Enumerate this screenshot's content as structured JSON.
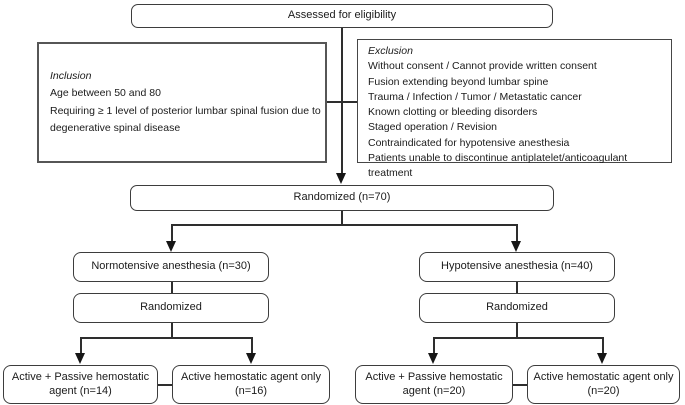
{
  "figure": {
    "type": "consort-flowchart",
    "colors": {
      "background": "#ffffff",
      "line": "#2e2e2e",
      "border": "#3d3d3d",
      "text": "#1b1b1b"
    },
    "assessed": {
      "label": "Assessed for eligibility"
    },
    "inclusion": {
      "title": "Inclusion",
      "items": [
        "Age between 50 and 80",
        "Requiring ≥ 1 level of posterior lumbar spinal fusion due to degenerative spinal disease"
      ]
    },
    "exclusion": {
      "title": "Exclusion",
      "items": [
        "Without consent / Cannot provide written consent",
        "Fusion extending beyond lumbar spine",
        "Trauma / Infection / Tumor / Metastatic cancer",
        "Known clotting or bleeding disorders",
        "Staged operation / Revision",
        "Contraindicated for hypotensive anesthesia",
        "Patients unable to discontinue antiplatelet/anticoagulant treatment"
      ]
    },
    "randomized_total": {
      "label": "Randomized (n=70)"
    },
    "arms": {
      "normotensive": {
        "label": "Normotensive anesthesia (n=30)",
        "randomized_label": "Randomized"
      },
      "hypotensive": {
        "label": "Hypotensive anesthesia (n=40)",
        "randomized_label": "Randomized"
      }
    },
    "outcomes": {
      "normo_active_passive": {
        "label": "Active + Passive hemostatic agent (n=14)"
      },
      "normo_active_only": {
        "label": "Active hemostatic agent only (n=16)"
      },
      "hypo_active_passive": {
        "label": "Active + Passive hemostatic agent (n=20)"
      },
      "hypo_active_only": {
        "label": "Active hemostatic agent only (n=20)"
      }
    }
  }
}
